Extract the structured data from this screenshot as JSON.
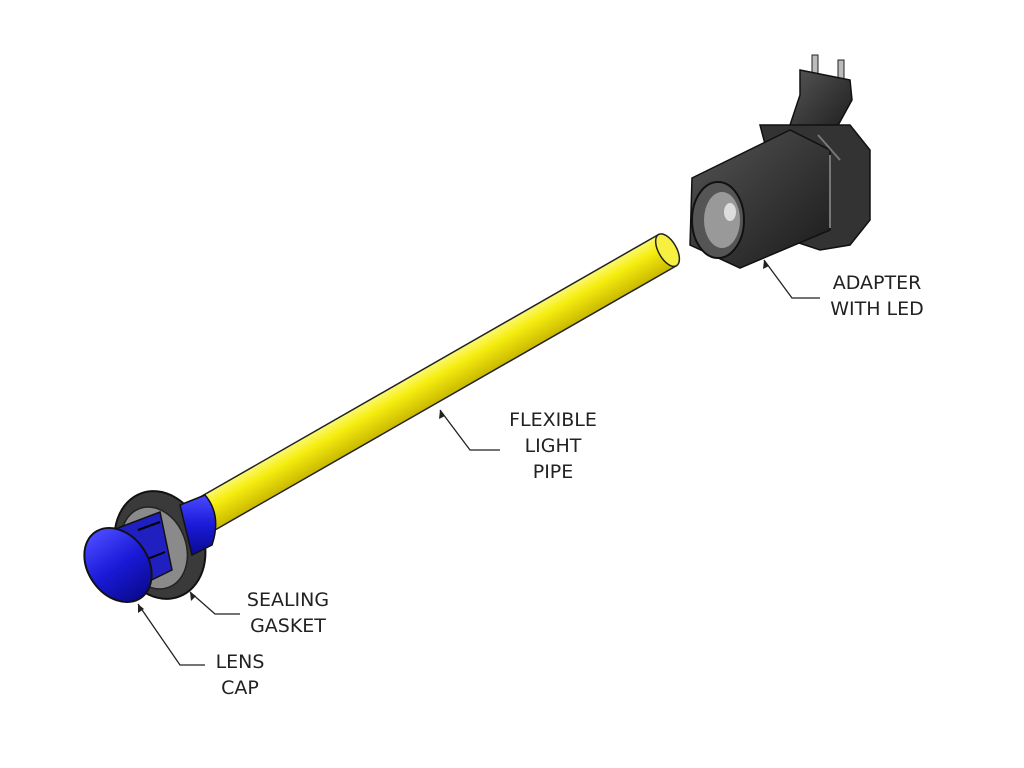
{
  "labels": {
    "adapter": [
      "ADAPTER",
      "WITH LED"
    ],
    "pipe": [
      "FLEXIBLE",
      "LIGHT",
      "PIPE"
    ],
    "gasket": [
      "SEALING",
      "GASKET"
    ],
    "lens": [
      "LENS",
      "CAP"
    ]
  },
  "colors": {
    "pipe": "#f5ee1a",
    "lens_cap": "#1a1ad8",
    "gasket": "#3a3a3a",
    "adapter": "#2a2a2a"
  }
}
